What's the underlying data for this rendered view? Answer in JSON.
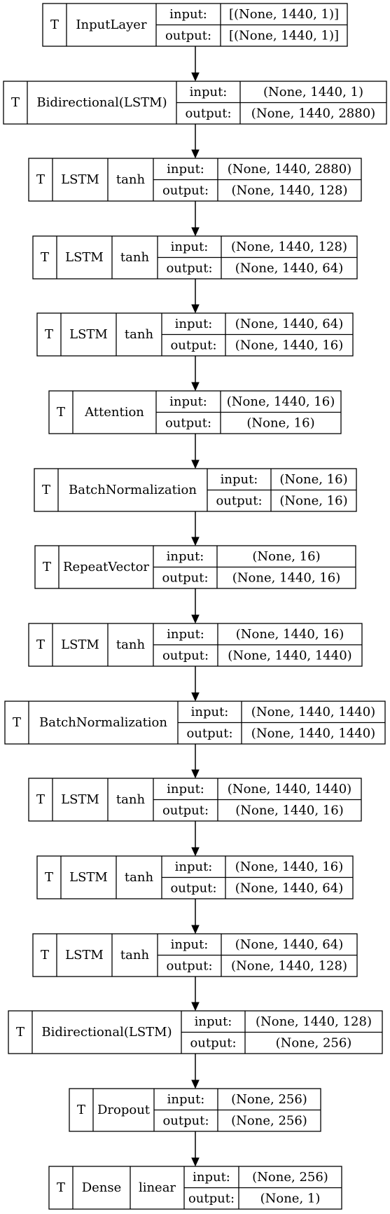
{
  "labels": {
    "input": "input:",
    "output": "output:"
  },
  "layers": [
    {
      "flag": "T",
      "name": "InputLayer",
      "activation": "",
      "input": "[(None, 1440, 1)]",
      "output": "[(None, 1440, 1)]"
    },
    {
      "flag": "T",
      "name": "Bidirectional(LSTM)",
      "activation": "",
      "input": "(None, 1440, 1)",
      "output": "(None, 1440, 2880)"
    },
    {
      "flag": "T",
      "name": "LSTM",
      "activation": "tanh",
      "input": "(None, 1440, 2880)",
      "output": "(None, 1440, 128)"
    },
    {
      "flag": "T",
      "name": "LSTM",
      "activation": "tanh",
      "input": "(None, 1440, 128)",
      "output": "(None, 1440, 64)"
    },
    {
      "flag": "T",
      "name": "LSTM",
      "activation": "tanh",
      "input": "(None, 1440, 64)",
      "output": "(None, 1440, 16)"
    },
    {
      "flag": "T",
      "name": "Attention",
      "activation": "",
      "input": "(None, 1440, 16)",
      "output": "(None, 16)"
    },
    {
      "flag": "T",
      "name": "BatchNormalization",
      "activation": "",
      "input": "(None, 16)",
      "output": "(None, 16)"
    },
    {
      "flag": "T",
      "name": "RepeatVector",
      "activation": "",
      "input": "(None, 16)",
      "output": "(None, 1440, 16)"
    },
    {
      "flag": "T",
      "name": "LSTM",
      "activation": "tanh",
      "input": "(None, 1440, 16)",
      "output": "(None, 1440, 1440)"
    },
    {
      "flag": "T",
      "name": "BatchNormalization",
      "activation": "",
      "input": "(None, 1440, 1440)",
      "output": "(None, 1440, 1440)"
    },
    {
      "flag": "T",
      "name": "LSTM",
      "activation": "tanh",
      "input": "(None, 1440, 1440)",
      "output": "(None, 1440, 16)"
    },
    {
      "flag": "T",
      "name": "LSTM",
      "activation": "tanh",
      "input": "(None, 1440, 16)",
      "output": "(None, 1440, 64)"
    },
    {
      "flag": "T",
      "name": "LSTM",
      "activation": "tanh",
      "input": "(None, 1440, 64)",
      "output": "(None, 1440, 128)"
    },
    {
      "flag": "T",
      "name": "Bidirectional(LSTM)",
      "activation": "",
      "input": "(None, 1440, 128)",
      "output": "(None, 256)"
    },
    {
      "flag": "T",
      "name": "Dropout",
      "activation": "",
      "input": "(None, 256)",
      "output": "(None, 256)"
    },
    {
      "flag": "T",
      "name": "Dense",
      "activation": "linear",
      "input": "(None, 256)",
      "output": "(None, 1)"
    }
  ]
}
